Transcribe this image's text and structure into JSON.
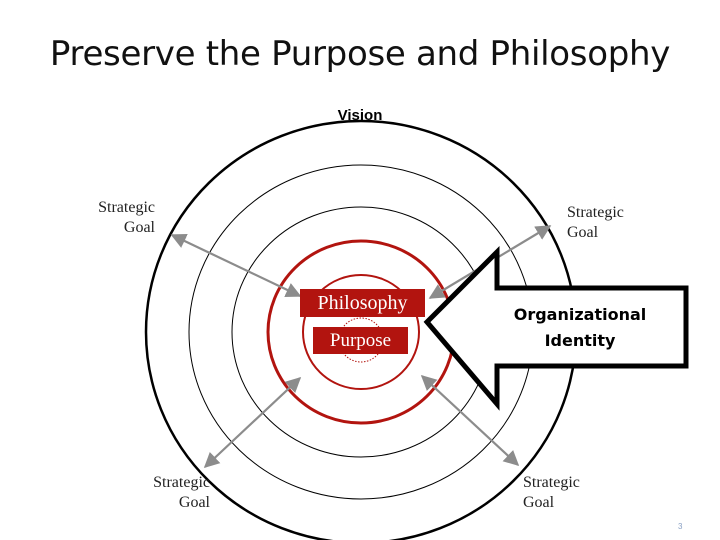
{
  "slide": {
    "title": "Preserve the Purpose and Philosophy",
    "page_number": "3"
  },
  "diagram": {
    "vision_label": "Vision",
    "goals": [
      {
        "line1": "Strategic",
        "line2": "Goal"
      },
      {
        "line1": "Strategic",
        "line2": "Goal"
      },
      {
        "line1": "Strategic",
        "line2": "Goal"
      },
      {
        "line1": "Strategic",
        "line2": "Goal"
      }
    ],
    "philosophy_label": "Philosophy",
    "purpose_label": "Purpose",
    "identity_line1": "Organizational",
    "identity_line2": "Identity"
  },
  "colors": {
    "accent_red": "#b2140f",
    "ring_black": "#000000",
    "arrow_gray": "#8c8c8c"
  }
}
